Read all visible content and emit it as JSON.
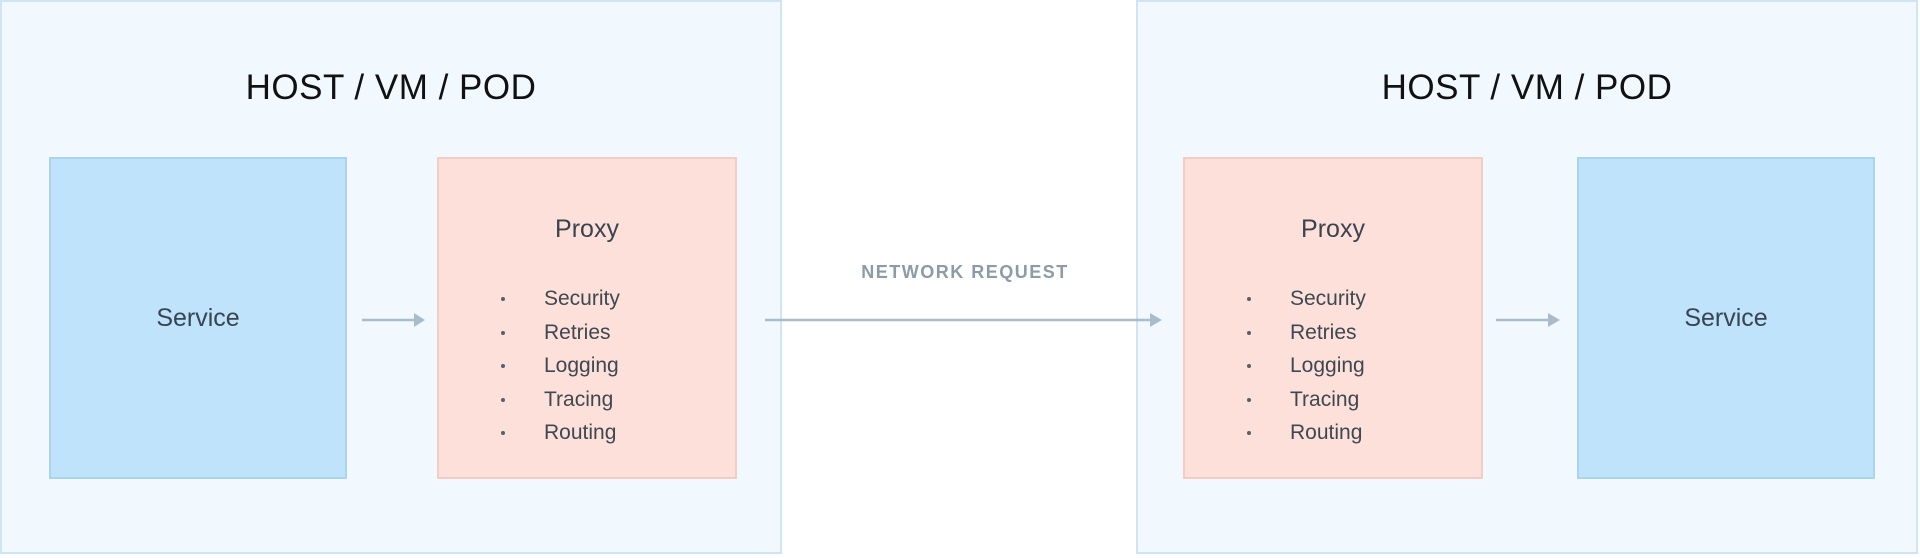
{
  "hosts": [
    {
      "title": "HOST / VM / POD",
      "service": {
        "label": "Service"
      },
      "proxy": {
        "title": "Proxy",
        "items": [
          "Security",
          "Retries",
          "Logging",
          "Tracing",
          "Routing"
        ]
      }
    },
    {
      "title": "HOST / VM / POD",
      "service": {
        "label": "Service"
      },
      "proxy": {
        "title": "Proxy",
        "items": [
          "Security",
          "Retries",
          "Logging",
          "Tracing",
          "Routing"
        ]
      }
    }
  ],
  "network": {
    "label": "NETWORK REQUEST"
  },
  "colors": {
    "host_bg": "#f1f8fe",
    "service_bg": "#bfe3fb",
    "proxy_bg": "#fde0d9",
    "arrow": "#a9bccb"
  }
}
